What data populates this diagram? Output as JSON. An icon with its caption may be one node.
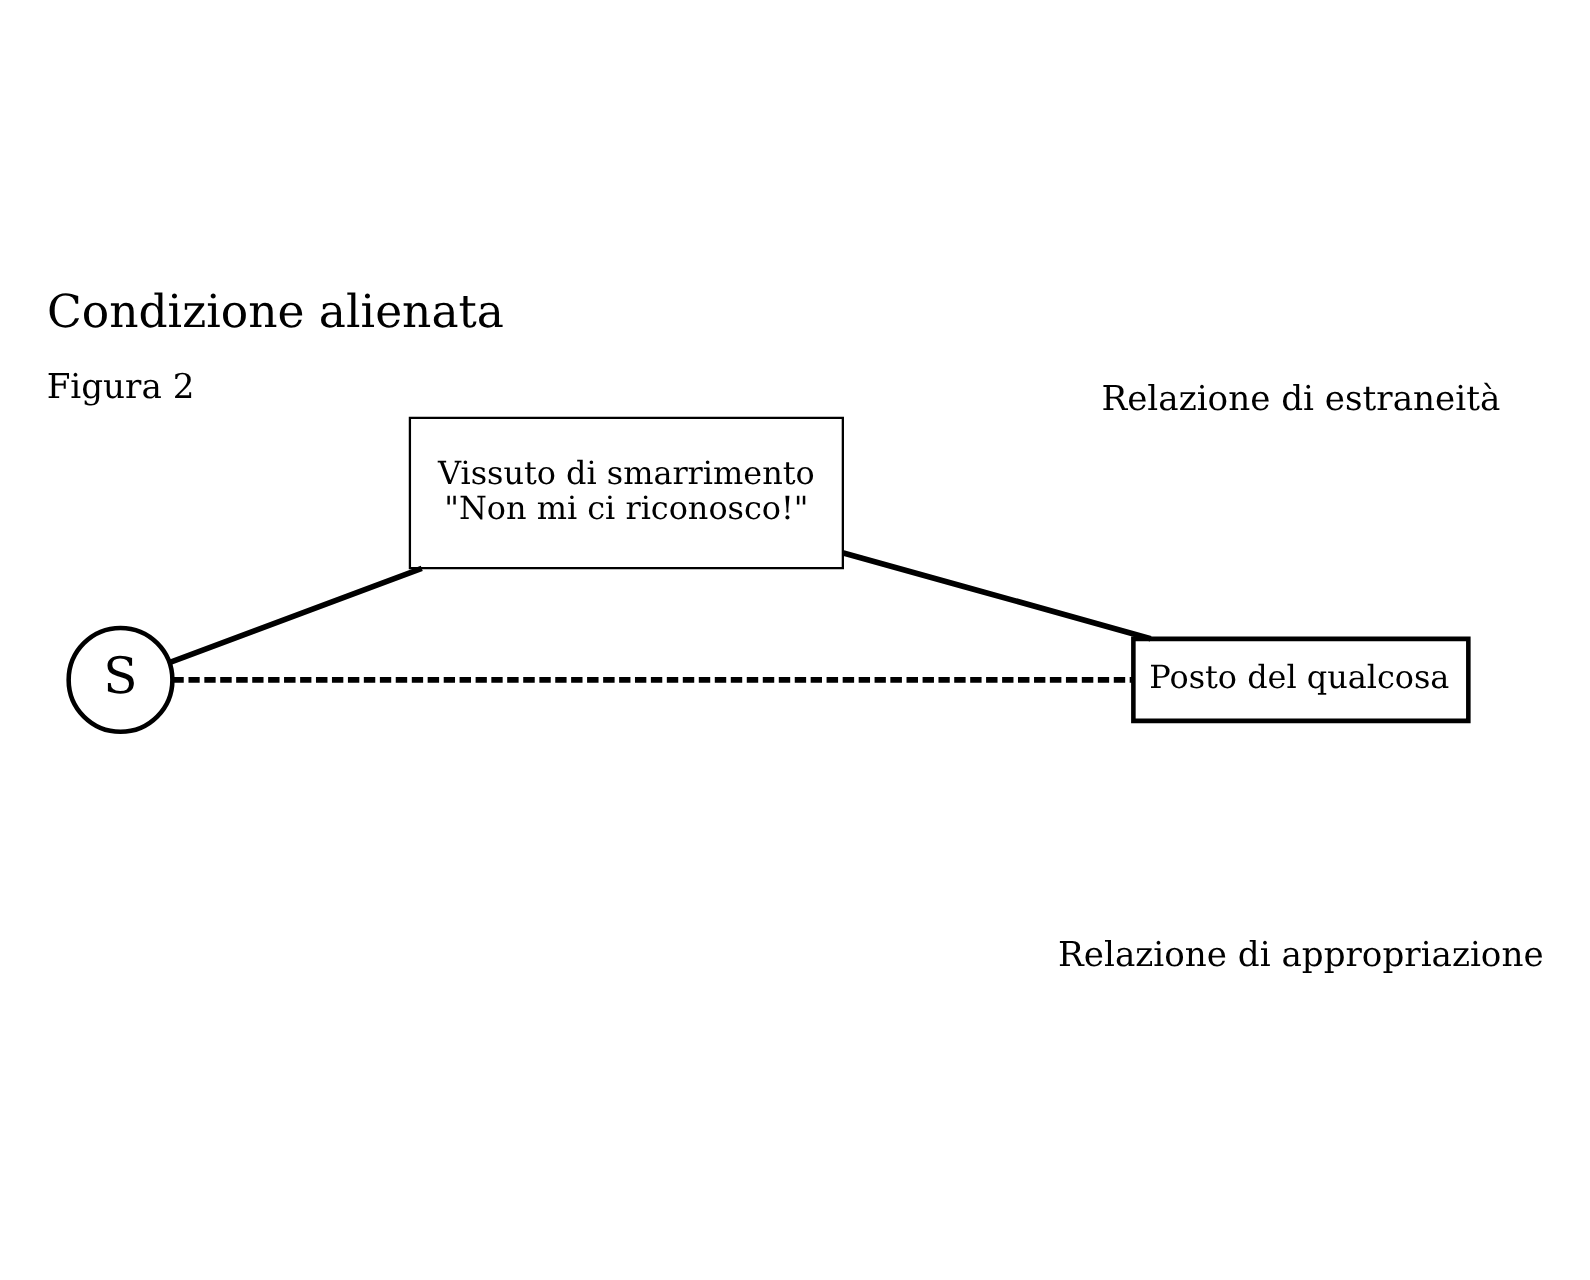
{
  "diagram": {
    "title": "Condizione alienata",
    "nodes": [
      {
        "text": [
          "S"
        ]
      },
      {
        "text": [
          "Vissuto di smarrimento",
          "\"Non mi ci riconosco!\""
        ]
      },
      {
        "text": [
          "Posto del qualcosa"
        ]
      }
    ],
    "edges": [
      {
        "from": 0,
        "to": 1,
        "arrow": "none"
      },
      {
        "from": 1,
        "to": 2,
        "arrow": "none"
      },
      {
        "from": 0,
        "to": 2,
        "arrow": "none",
        "style": "dashed"
      }
    ],
    "labels": [
      "Figura 2",
      "Relazione di estraneità",
      "Relazione di appropriazione"
    ]
  }
}
